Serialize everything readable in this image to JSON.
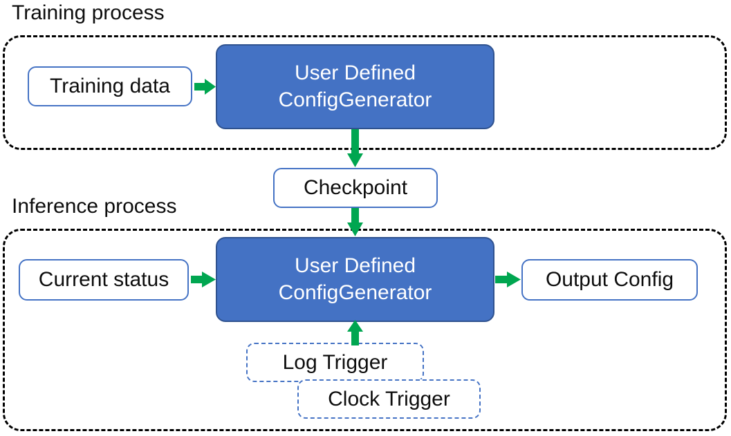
{
  "diagram": {
    "title_training": "Training process",
    "title_inference": "Inference process",
    "colors": {
      "process_blue_fill": "#4472C4",
      "process_blue_stroke": "#2F528F",
      "node_border_blue": "#4472C4",
      "arrow_green": "#00A650",
      "container_dash_black": "#000000",
      "text_dark": "#0D0D0D",
      "text_light": "#FFFFFF",
      "background": "#FFFFFF"
    }
  },
  "training": {
    "container_label": "Training process",
    "nodes": {
      "training_data": "Training data",
      "user_defined_line1": "User Defined",
      "user_defined_line2": "ConfigGenerator"
    }
  },
  "shared": {
    "checkpoint": "Checkpoint"
  },
  "inference": {
    "container_label": "Inference process",
    "nodes": {
      "current_status": "Current status",
      "user_defined_line1": "User Defined",
      "user_defined_line2": "ConfigGenerator",
      "output_config": "Output Config",
      "log_trigger": "Log Trigger",
      "clock_trigger": "Clock Trigger"
    }
  },
  "arrows": [
    {
      "name": "training-data-to-generator",
      "from": "Training data",
      "to": "User Defined ConfigGenerator",
      "direction": "right"
    },
    {
      "name": "generator-to-checkpoint",
      "from": "User Defined ConfigGenerator",
      "to": "Checkpoint",
      "direction": "down"
    },
    {
      "name": "checkpoint-to-inference-generator",
      "from": "Checkpoint",
      "to": "User Defined ConfigGenerator",
      "direction": "down"
    },
    {
      "name": "current-status-to-generator",
      "from": "Current status",
      "to": "User Defined ConfigGenerator",
      "direction": "right"
    },
    {
      "name": "generator-to-output-config",
      "from": "User Defined ConfigGenerator",
      "to": "Output Config",
      "direction": "right"
    },
    {
      "name": "triggers-to-generator",
      "from": "Log Trigger / Clock Trigger",
      "to": "User Defined ConfigGenerator",
      "direction": "up"
    }
  ]
}
